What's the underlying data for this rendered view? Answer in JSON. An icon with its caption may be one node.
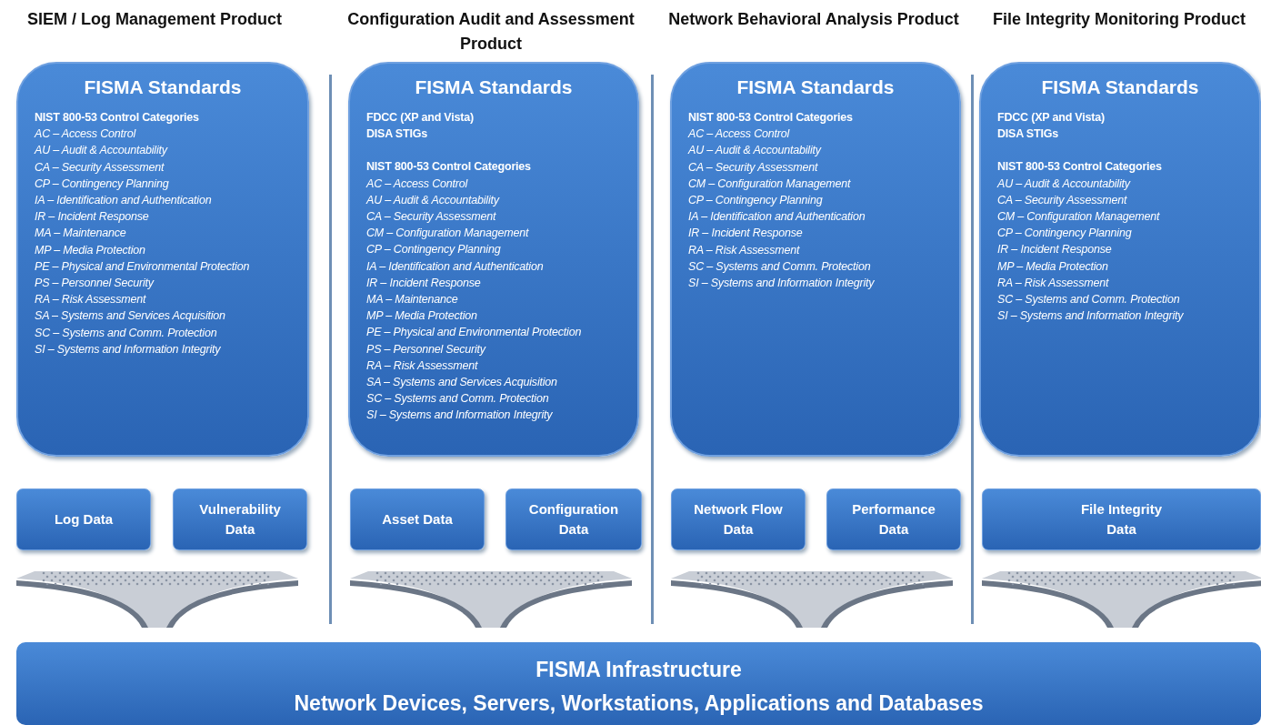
{
  "diagram": {
    "nodes": [
      {
        "text": [
          "FISMA Standards",
          "NIST 800-53 Control Categories",
          "AC – Access Control",
          "AU – Audit & Accountability",
          "CA – Security Assessment",
          "CP – Contingency Planning",
          "IA – Identification and Authentication",
          "IR – Incident Response",
          "MA – Maintenance",
          "MP – Media Protection",
          "PE – Physical and Environmental Protection",
          "PS – Personnel Security",
          "RA – Risk Assessment",
          "SA – Systems and Services Acquisition",
          "SC – Systems and Comm. Protection",
          "SI – Systems and Information Integrity"
        ]
      },
      {
        "text": [
          "FISMA Standards",
          "FDCC (XP and Vista)",
          "DISA STIGs",
          "NIST 800-53 Control Categories",
          "AC – Access Control",
          "AU – Audit & Accountability",
          "CA – Security Assessment",
          "CM – Configuration Management",
          "CP – Contingency Planning",
          "IA – Identification and Authentication",
          "IR – Incident Response",
          "MA – Maintenance",
          "MP – Media Protection",
          "PE – Physical and Environmental Protection",
          "PS – Personnel Security",
          "RA – Risk Assessment",
          "SA – Systems and Services Acquisition",
          "SC – Systems and Comm. Protection",
          "SI – Systems and Information Integrity"
        ]
      },
      {
        "text": [
          "FISMA Standards",
          "NIST 800-53 Control Categories",
          "AC – Access Control",
          "AU – Audit & Accountability",
          "CA – Security Assessment",
          "CM – Configuration Management",
          "CP – Contingency Planning",
          "IA – Identification and Authentication",
          "IR – Incident Response",
          "RA – Risk Assessment",
          "SC – Systems and Comm. Protection",
          "SI – Systems and Information Integrity"
        ]
      },
      {
        "text": [
          "FISMA Standards",
          "FDCC (XP and Vista)",
          "DISA STIGs",
          "NIST 800-53 Control Categories",
          "AU – Audit & Accountability",
          "CA – Security Assessment",
          "CM – Configuration Management",
          "CP – Contingency Planning",
          "IR – Incident Response",
          "MP – Media Protection",
          "RA – Risk Assessment",
          "SC – Systems and Comm. Protection",
          "SI – Systems and Information Integrity"
        ]
      },
      {
        "text": [
          "Log Data"
        ]
      },
      {
        "text": [
          "Vulnerability Data"
        ]
      },
      {
        "text": [
          "Asset Data"
        ]
      },
      {
        "text": [
          "Configuration Data"
        ]
      },
      {
        "text": [
          "Network Flow Data"
        ]
      },
      {
        "text": [
          "Performance Data"
        ]
      },
      {
        "text": [
          "File Integrity Data"
        ]
      },
      {
        "text": [
          "FISMA Infrastructure",
          "Network Devices, Servers, Workstations, Applications and Databases"
        ]
      }
    ],
    "labels": [
      "SIEM / Log Management Product",
      "Configuration Audit and Assessment Product",
      "Network Behavioral Analysis Product",
      "File Integrity Monitoring Product"
    ]
  }
}
